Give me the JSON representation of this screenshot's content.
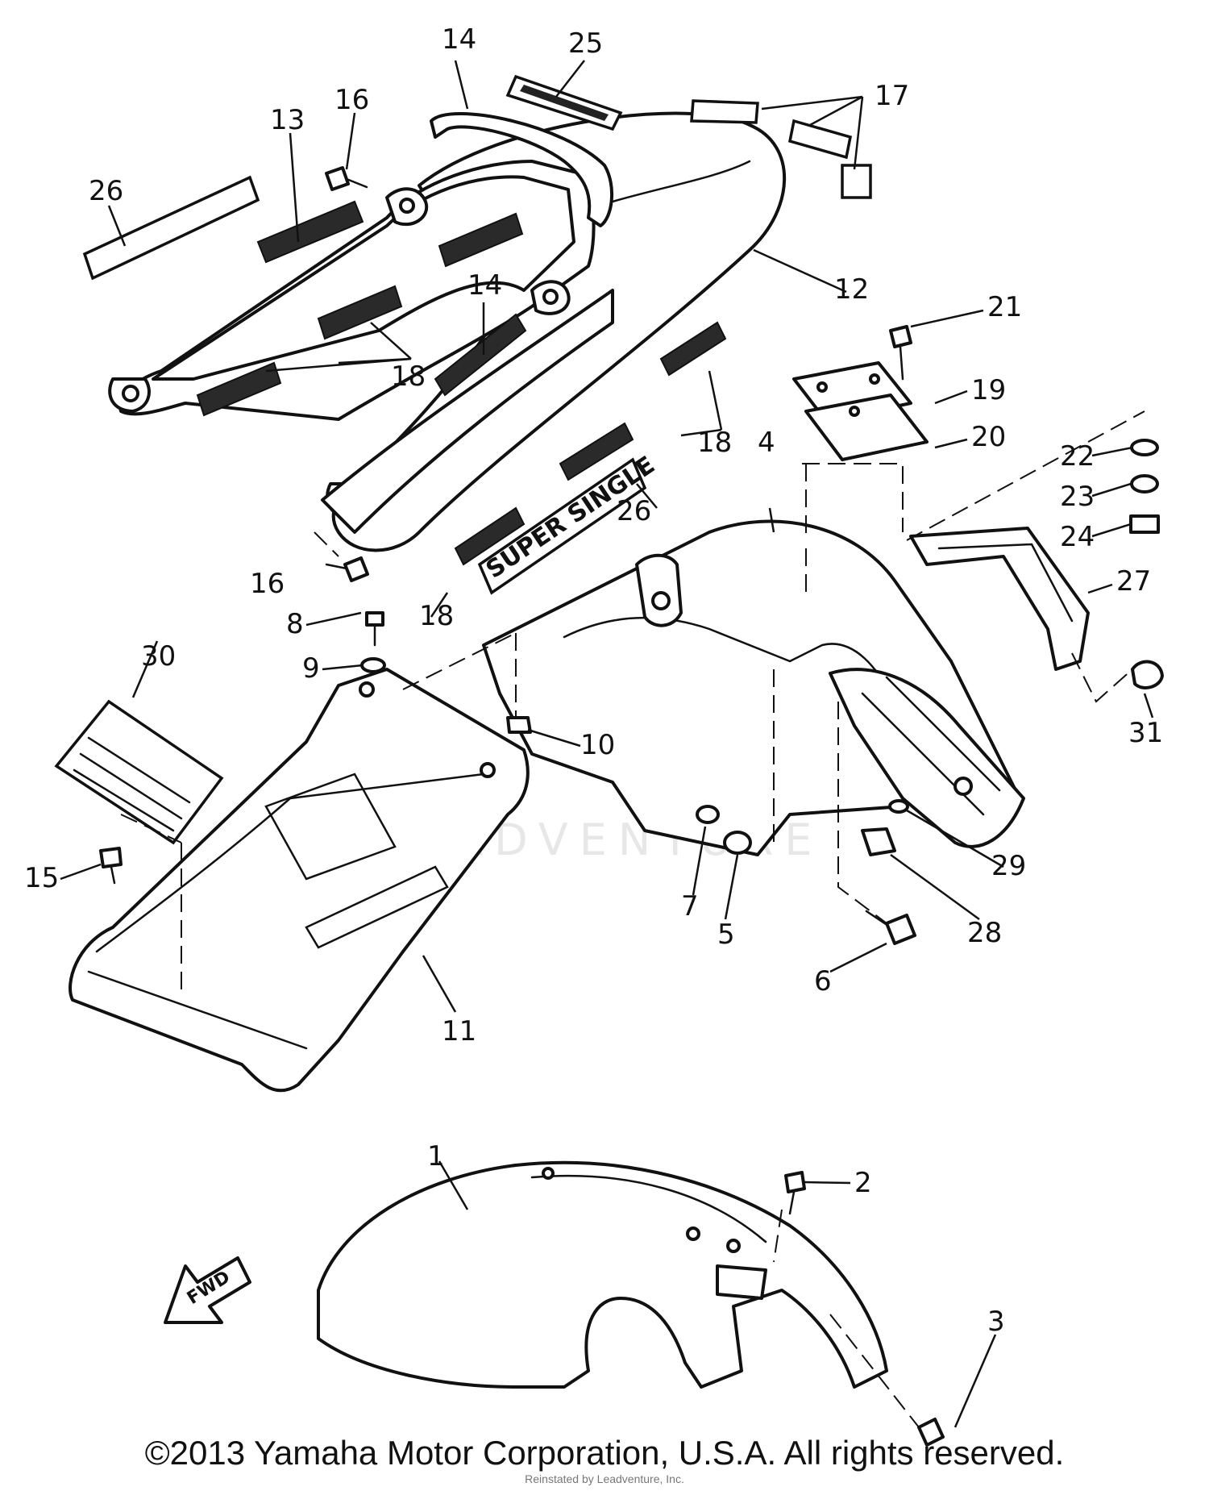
{
  "diagram": {
    "callouts": [
      "1",
      "2",
      "3",
      "4",
      "5",
      "6",
      "7",
      "8",
      "9",
      "10",
      "11",
      "12",
      "13",
      "14",
      "14",
      "15",
      "16",
      "16",
      "17",
      "18",
      "18",
      "18",
      "19",
      "20",
      "21",
      "22",
      "23",
      "24",
      "25",
      "26",
      "26",
      "27",
      "28",
      "29",
      "30",
      "31"
    ],
    "decals": {
      "super_single": "SUPER SINGLE",
      "fwd": "FWD"
    },
    "watermark": "LEADVENTURE"
  },
  "footer": {
    "copyright": "©2013 Yamaha Motor Corporation, U.S.A. All rights reserved.",
    "credit": "Reinstated by Leadventure, Inc."
  },
  "colors": {
    "line": "#111111",
    "background": "#ffffff",
    "watermark": "#e7e7e7"
  }
}
